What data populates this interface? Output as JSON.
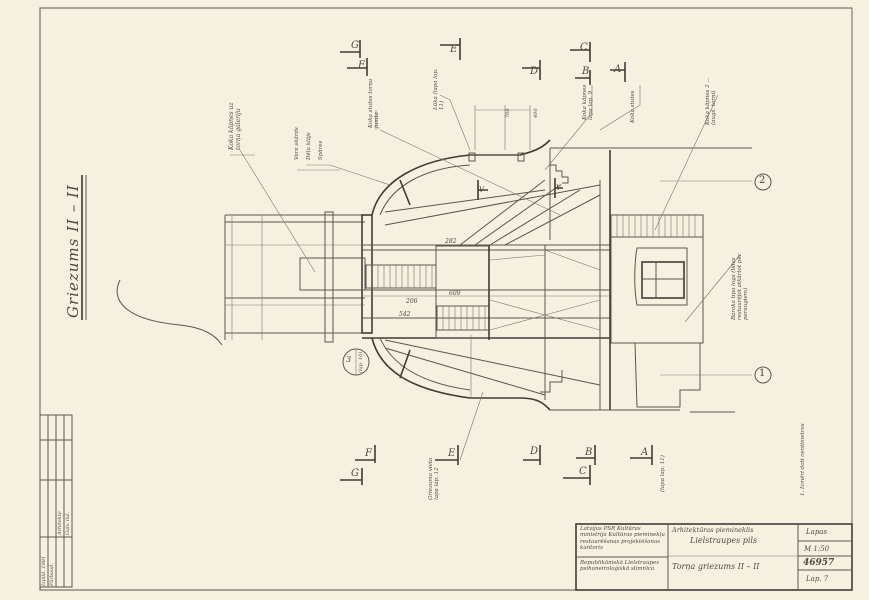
{
  "drawing": {
    "title": "Griezums II – II",
    "section_marks_top": [
      "G",
      "F",
      "E",
      "D",
      "C",
      "B",
      "A"
    ],
    "section_marks_bottom": [
      "G",
      "F",
      "E",
      "D",
      "C",
      "B",
      "A"
    ],
    "axis_marks": [
      "2",
      "1"
    ],
    "detail_callout": {
      "number": "3",
      "sheet": "(lap. 10)"
    },
    "section_cut": "V",
    "dimensions": [
      "282",
      "609",
      "206",
      "542",
      "700",
      "400"
    ],
    "annotations": {
      "stairs_gallery": "Koka kāpnes uz torņa galeriju",
      "roof_layers": [
        "Vara skārds",
        "Dēļu klājs",
        "Spāres"
      ],
      "tower_supports": "Koka stutes torņa jumta",
      "hatch": "Lūka (lapa lap. 11)",
      "stairs_9": "Koka kāpnes lapa lap. 9",
      "wood_posts": "Koka stutes",
      "stairs_top": "Koka kāpnes 2 ... (augš. torņi)",
      "baroque_window": "Baroka tipa logs (lidas restaurējot atkārtot pēc paraugiem)",
      "section_place": "Griezuma vieta lapa lap. 12",
      "sheet_ref": "(lapa lap. 11)",
      "note": "1. Izmēri doti centimetros"
    }
  },
  "stamp_left": [
    "Izpild. 1981",
    "Pārbaud.",
    "Arhitekte",
    "Galv. inž."
  ],
  "title_block": {
    "organization": "Latvijas PSR Kultūras ministrija Kultūras pieminekļu restaurēšanas projektēšanas kantoris",
    "monument_label": "Arhitektūras piemineklis",
    "monument_name": "Lielstraupes pils",
    "client": "Republikāniskā Lielstraupes psihoneiroloģiskā slimnīca",
    "sheet_title": "Torņa griezums II – II",
    "stage": "Lapas",
    "scale": "M 1:50",
    "number": "46957",
    "sheet": "Lap. 7"
  }
}
